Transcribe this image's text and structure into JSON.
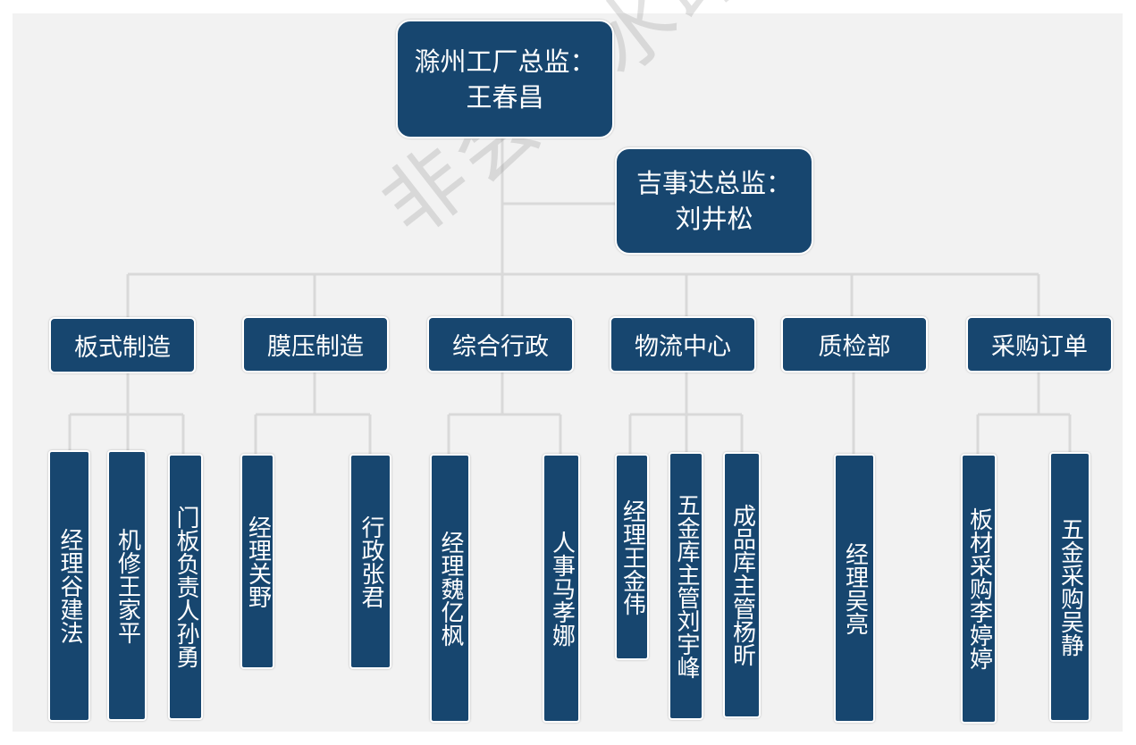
{
  "watermark": "非会员水印",
  "top": {
    "director1": {
      "line1": "滁州工厂总监：",
      "line2": "王春昌"
    },
    "director2": {
      "line1": "吉事达总监：",
      "line2": "刘井松"
    }
  },
  "departments": [
    {
      "name": "板式制造",
      "members": [
        "经理谷建法",
        "机修王家平",
        "门板负责人孙勇"
      ]
    },
    {
      "name": "膜压制造",
      "members": [
        "经理关野",
        "行政张君"
      ]
    },
    {
      "name": "综合行政",
      "members": [
        "经理魏亿枫",
        "人事马孝娜"
      ]
    },
    {
      "name": "物流中心",
      "members": [
        "经理王金伟",
        "五金库主管刘宇峰",
        "成品库主管杨昕"
      ]
    },
    {
      "name": "质检部",
      "members": [
        "经理吴亮"
      ]
    },
    {
      "name": "采购订单",
      "members": [
        "板材采购李婷婷",
        "五金采购吴静"
      ]
    }
  ],
  "colors": {
    "node": "#17466f",
    "connector": "#d9d9d9",
    "background": "#f2f2f2"
  }
}
